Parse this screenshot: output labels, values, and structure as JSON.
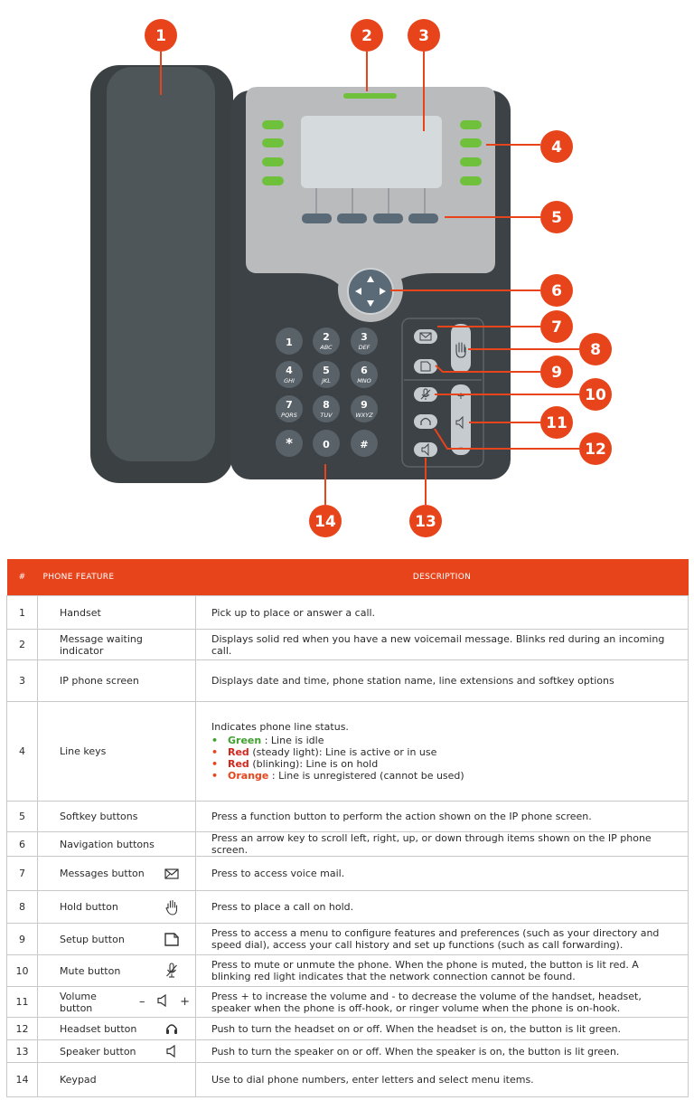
{
  "callouts": [
    "1",
    "2",
    "3",
    "4",
    "5",
    "6",
    "7",
    "8",
    "9",
    "10",
    "11",
    "12",
    "13",
    "14"
  ],
  "keypad": [
    {
      "d": "1",
      "s": ""
    },
    {
      "d": "2",
      "s": "ABC"
    },
    {
      "d": "3",
      "s": "DEF"
    },
    {
      "d": "4",
      "s": "GHI"
    },
    {
      "d": "5",
      "s": "JKL"
    },
    {
      "d": "6",
      "s": "MNO"
    },
    {
      "d": "7",
      "s": "PQRS"
    },
    {
      "d": "8",
      "s": "TUV"
    },
    {
      "d": "9",
      "s": "WXYZ"
    },
    {
      "d": "*",
      "s": ""
    },
    {
      "d": "0",
      "s": ""
    },
    {
      "d": "#",
      "s": ""
    }
  ],
  "volume_signs": {
    "plus": "+",
    "minus": "–"
  },
  "table": {
    "headers": {
      "num": "#",
      "feature": "PHONE FEATURE",
      "description": "DESCRIPTION"
    },
    "rows": [
      {
        "num": "1",
        "feature": "Handset",
        "description": "Pick up to place or answer a call."
      },
      {
        "num": "2",
        "feature": "Message waiting indicator",
        "description": "Displays solid red when you have a new voicemail message. Blinks red during an incoming call."
      },
      {
        "num": "3",
        "feature": "IP phone screen",
        "description": "Displays date and time, phone station name, line extensions and softkey options"
      },
      {
        "num": "4",
        "feature": "Line keys",
        "description": "Indicates phone line status.",
        "status": [
          {
            "key": "Green",
            "text": ": Line is idle"
          },
          {
            "key": "Red",
            "text": "(steady light): Line is active or in use"
          },
          {
            "key": "Red",
            "text": "(blinking): Line is on hold"
          },
          {
            "key": "Orange",
            "text": ": Line is unregistered (cannot be used)"
          }
        ]
      },
      {
        "num": "5",
        "feature": "Softkey buttons",
        "description": "Press a function button to perform the action shown on the IP phone screen."
      },
      {
        "num": "6",
        "feature": "Navigation buttons",
        "description": "Press an arrow key to scroll left, right, up, or down through items shown on the IP phone screen."
      },
      {
        "num": "7",
        "feature": "Messages button",
        "description": "Press to access voice mail.",
        "icon": "envelope-icon"
      },
      {
        "num": "8",
        "feature": "Hold button",
        "description": "Press to place a call on hold.",
        "icon": "hand-icon"
      },
      {
        "num": "9",
        "feature": "Setup button",
        "description": "Press to access a menu to configure features and preferences (such as your directory and speed dial), access your call history and set up functions (such as call forwarding).",
        "icon": "document-icon"
      },
      {
        "num": "10",
        "feature": "Mute button",
        "description": "Press to mute or unmute the phone. When the phone is muted, the button is lit red. A blinking red light indicates that the network connection cannot be found.",
        "icon": "mic-muted-icon"
      },
      {
        "num": "11",
        "feature": "Volume button",
        "description": "Press + to increase the volume and - to decrease the volume of the handset, headset, speaker when the phone is off-hook, or ringer volume when the phone is on-hook.",
        "icon": "volume-icon",
        "icon_minus": "–",
        "icon_plus": "+"
      },
      {
        "num": "12",
        "feature": "Headset button",
        "description": "Push to turn the headset on or off. When the headset is on, the button is lit green.",
        "icon": "headset-icon"
      },
      {
        "num": "13",
        "feature": "Speaker button",
        "description": "Push to turn the speaker on or off. When the speaker is on, the button is lit green.",
        "icon": "speaker-icon"
      },
      {
        "num": "14",
        "feature": "Keypad",
        "description": "Use to dial phone numbers, enter letters and select menu items."
      }
    ]
  },
  "colors": {
    "accent": "#e8441b",
    "phone_body": "#3d4246",
    "handset": "#4a5154",
    "bezel": "#b9bbbc",
    "screen": "#d5dadd",
    "led_green": "#6fc13b",
    "button_grey": "#5a6a76"
  }
}
